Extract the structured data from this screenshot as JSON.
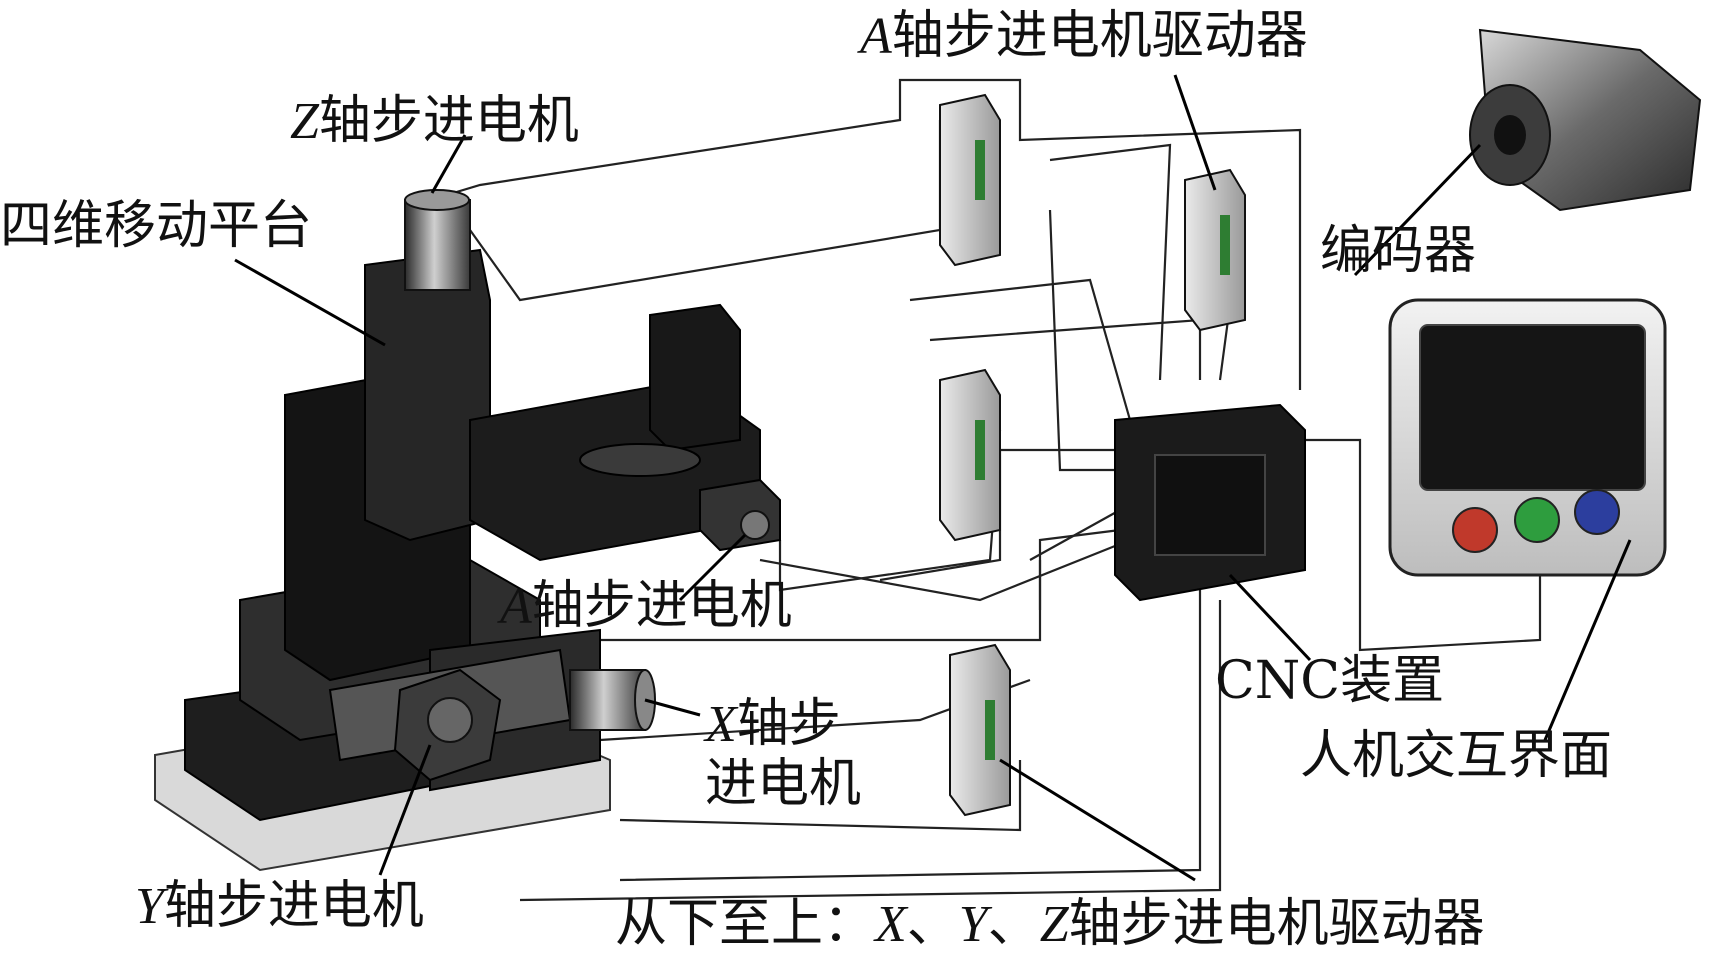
{
  "labels": {
    "a_driver": {
      "axis": "A",
      "text": "轴步进电机驱动器"
    },
    "z_motor": {
      "axis": "Z",
      "text": "轴步进电机"
    },
    "platform": "四维移动平台",
    "encoder": "编码器",
    "a_motor": {
      "axis": "A",
      "text": "轴步进电机"
    },
    "cnc": "CNC装置",
    "x_motor": {
      "axis": "X",
      "line1": "轴步",
      "line2": "进电机"
    },
    "hmi": "人机交互界面",
    "y_motor": {
      "axis": "Y",
      "text": "轴步进电机"
    },
    "xyz_drivers": {
      "prefix": "从下至上：",
      "x": "X",
      "sep1": "、",
      "y": "Y",
      "sep2": "、",
      "z": "Z",
      "suffix": "轴步进电机驱动器"
    }
  },
  "hmi_buttons": {
    "red": "#c0392b",
    "green": "#2e9d3e",
    "blue": "#2c3e9e"
  }
}
